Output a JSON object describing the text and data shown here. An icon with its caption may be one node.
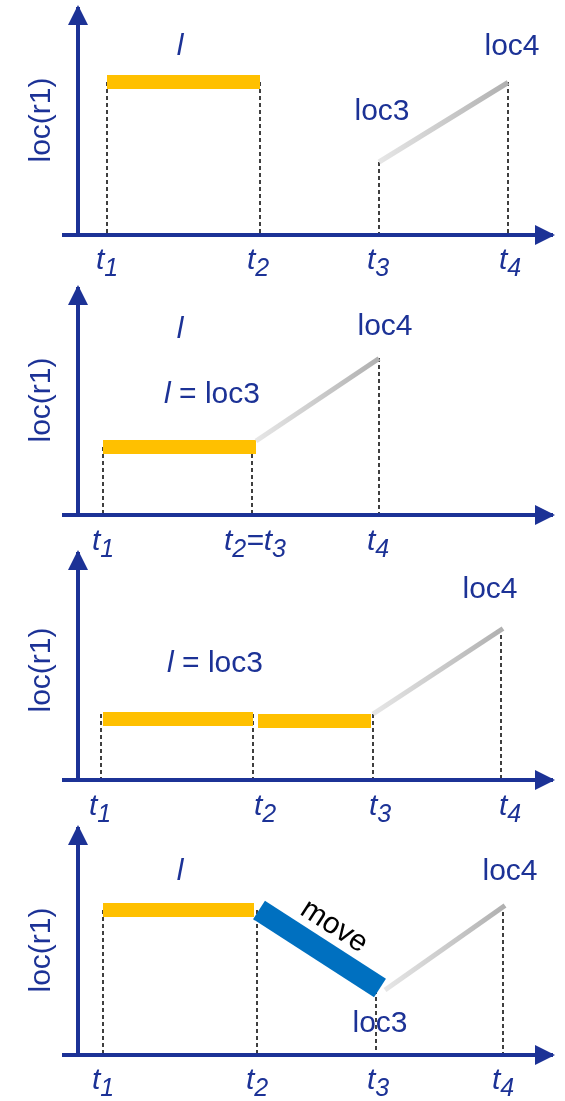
{
  "diagram": {
    "labels": [
      "l",
      "loc4",
      "loc(r1)",
      "loc3",
      "t$_{1}$",
      "t$_{2}$",
      "t$_{3}$",
      "t$_{4}$",
      "l",
      "loc4",
      "loc(r1)",
      "*l* = loc3",
      "t$_{1}$",
      "t$_{2}$=t$_{3}$",
      "t$_{4}$",
      "loc4",
      "loc(r1)",
      "*l* = loc3",
      "t$_{1}$",
      "t$_{2}$",
      "t$_{3}$",
      "t$_{4}$",
      "l",
      "loc4",
      "loc(r1)",
      "move",
      "loc3",
      "t$_{1}$",
      "t$_{2}$",
      "t$_{3}$",
      "t$_{4}$"
    ]
  }
}
